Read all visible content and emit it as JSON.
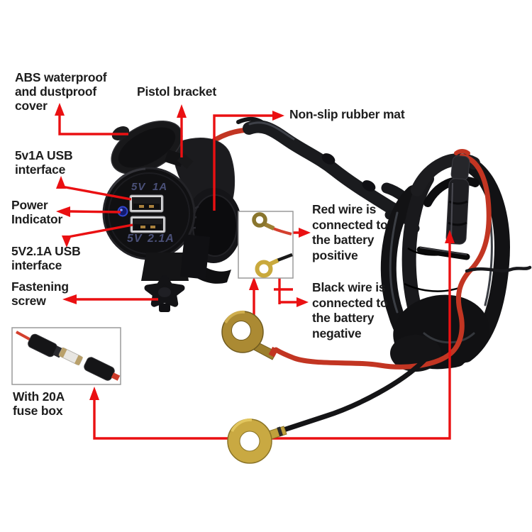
{
  "figure": {
    "description": "Annotated product diagram of a motorcycle handlebar dual USB charger with wiring harness",
    "background": "#ffffff"
  },
  "annotations": {
    "abs_cover": {
      "lines": [
        "ABS waterproof",
        "and dustproof",
        "cover"
      ]
    },
    "pistol_bracket": {
      "lines": [
        "Pistol bracket"
      ]
    },
    "non_slip_mat": {
      "lines": [
        "Non-slip rubber mat"
      ]
    },
    "usb_1a": {
      "lines": [
        "5v1A USB",
        "interface"
      ]
    },
    "power_indicator": {
      "lines": [
        "Power",
        "Indicator"
      ]
    },
    "usb_21a": {
      "lines": [
        "5V2.1A USB",
        "interface"
      ]
    },
    "fastening_screw": {
      "lines": [
        "Fastening",
        "screw"
      ]
    },
    "fuse_box": {
      "lines": [
        "With 20A",
        "fuse box"
      ]
    },
    "red_wire": {
      "lines": [
        "Red wire is",
        "connected to",
        "the battery",
        "positive"
      ]
    },
    "black_wire": {
      "lines": [
        "Black wire is",
        "connected to",
        "the battery",
        "negative"
      ]
    }
  },
  "device": {
    "port1_voltage": "5V",
    "port1_current": "1A",
    "port2_voltage": "5V",
    "port2_current": "2.1A"
  },
  "colors": {
    "arrow_red": "#ea1012",
    "text_black": "#1d1d1d",
    "wire_red": "#c23522",
    "wire_black": "#141416",
    "terminal_gold": "#c9a942",
    "terminal_gold_dark": "#ab8a33",
    "port_label_navy": "#4a5078",
    "led_blue": "#3347cf"
  }
}
